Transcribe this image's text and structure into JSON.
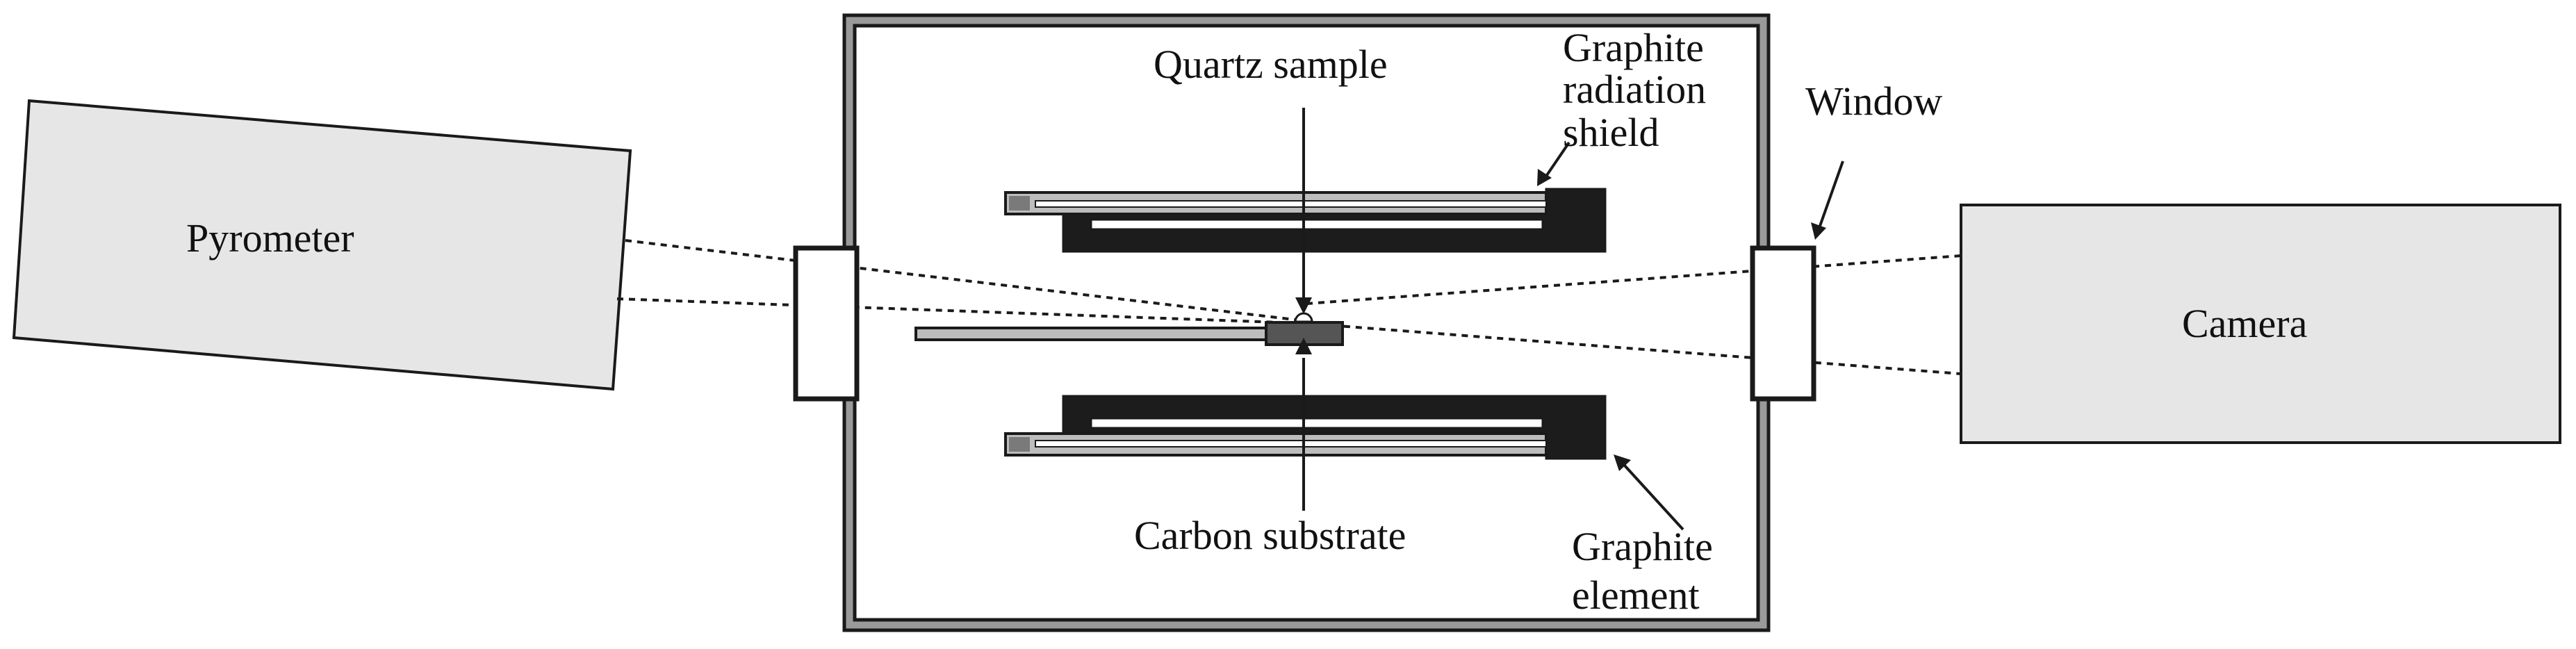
{
  "labels": {
    "pyrometer": "Pyrometer",
    "camera": "Camera",
    "quartz_sample": "Quartz sample",
    "carbon_substrate": "Carbon substrate",
    "graphite_shield_line1": "Graphite",
    "graphite_shield_line2": "radiation",
    "graphite_shield_line3": "shield",
    "window": "Window",
    "graphite_element_line1": "Graphite",
    "graphite_element_line2": "element"
  },
  "colors": {
    "line": "#1a1a1a",
    "device_fill": "#e6e6e6",
    "shield_fill": "#bdbdbd",
    "shield_dark": "#1c1c1c",
    "chamber_wall": "#9a9a9a",
    "background": "#ffffff"
  }
}
